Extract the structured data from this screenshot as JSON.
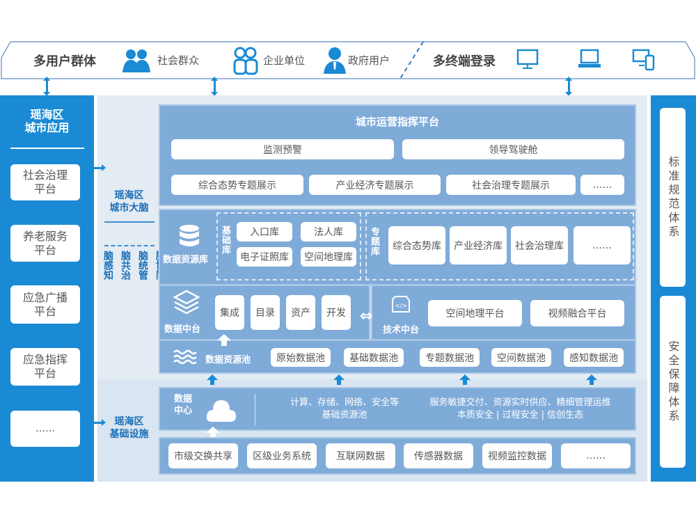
{
  "top": {
    "users_title": "多用户群体",
    "users": [
      {
        "icon": "group-icon",
        "label": "社会群众"
      },
      {
        "icon": "enterprise-icon",
        "label": "企业单位"
      },
      {
        "icon": "government-user-icon",
        "label": "政府用户"
      }
    ],
    "terminal_title": "多终端登录",
    "terminals": [
      "monitor-icon",
      "laptop-icon",
      "multi-device-icon"
    ]
  },
  "left": {
    "title_line1": "瑶海区",
    "title_line2": "城市应用",
    "apps": [
      [
        "社会治理",
        "平台"
      ],
      [
        "养老服务",
        "平台"
      ],
      [
        "应急广播",
        "平台"
      ],
      [
        "应急指挥",
        "平台"
      ],
      [
        "……",
        ""
      ]
    ]
  },
  "right": {
    "standards": "标准规范体系",
    "security": "安全保障体系"
  },
  "brain": {
    "label_line1": "瑶海区",
    "label_line2": "城市大脑",
    "columns": [
      "脑感知",
      "脑共治",
      "脑统管",
      "脑协同"
    ]
  },
  "infra": {
    "label_line1": "瑶海区",
    "label_line2": "基础设施"
  },
  "platform": {
    "title": "城市运营指挥平台",
    "row1": [
      "监测预警",
      "领导驾驶舱"
    ],
    "row2": [
      "综合态势专题展示",
      "产业经济专题展示",
      "社会治理专题展示",
      "……"
    ]
  },
  "data_lib": {
    "title": "数据资源库",
    "base_label": "基础库",
    "base": [
      "入口库",
      "法人库",
      "电子证照库",
      "空间地理库"
    ],
    "topic_label": "专题库",
    "topics": [
      "综合态势库",
      "产业经济库",
      "社会治理库",
      "……"
    ]
  },
  "data_mid": {
    "title": "数据中台",
    "items": [
      "集成",
      "目录",
      "资产",
      "开发"
    ],
    "tech_title": "技术中台",
    "tech_items": [
      "空间地理平台",
      "视频融合平台"
    ]
  },
  "pool": {
    "title": "数据资源池",
    "items": [
      "原始数据池",
      "基础数据池",
      "专题数据池",
      "空间数据池",
      "感知数据池"
    ]
  },
  "dc": {
    "title_line1": "数据",
    "title_line2": "中心",
    "text1_line1": "计算、存储、网络、安全等",
    "text1_line2": "基础资源池",
    "text2_line1": "服务敏捷交付、资源实时供应、精细管理运维",
    "text2_line2": "本质安全 | 过程安全 | 信创生态"
  },
  "sources": [
    "市级交换共享",
    "区级业务系统",
    "互联网数据",
    "传感器数据",
    "视频监控数据",
    "……"
  ],
  "colors": {
    "accent": "#1a8ad4",
    "panel": "#7fabd9",
    "bg": "#e3ebf3"
  }
}
